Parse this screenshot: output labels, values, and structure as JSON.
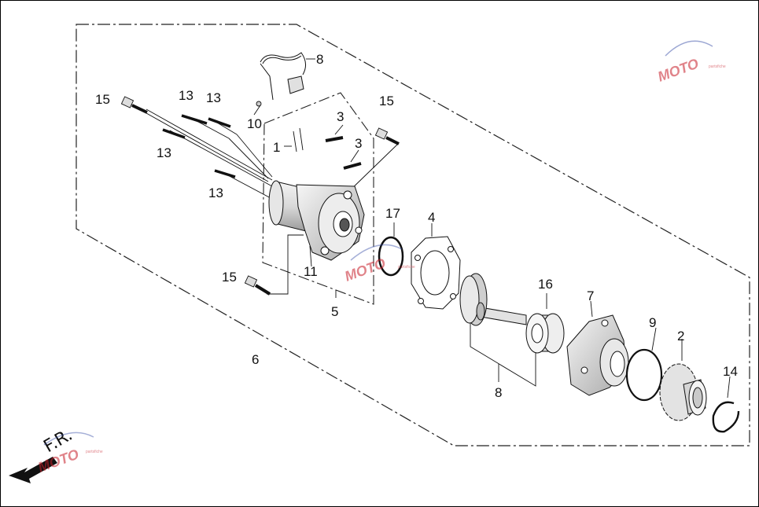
{
  "callouts": [
    {
      "id": "c1",
      "label": "1"
    },
    {
      "id": "c2",
      "label": "2"
    },
    {
      "id": "c3a",
      "label": "3"
    },
    {
      "id": "c3b",
      "label": "3"
    },
    {
      "id": "c4",
      "label": "4"
    },
    {
      "id": "c5",
      "label": "5"
    },
    {
      "id": "c6",
      "label": "6"
    },
    {
      "id": "c7",
      "label": "7"
    },
    {
      "id": "c8",
      "label": "8"
    },
    {
      "id": "c9",
      "label": "9"
    },
    {
      "id": "c10",
      "label": "10"
    },
    {
      "id": "c11",
      "label": "11"
    },
    {
      "id": "c12",
      "label": "12"
    },
    {
      "id": "c13a",
      "label": "13"
    },
    {
      "id": "c13b",
      "label": "13"
    },
    {
      "id": "c13c",
      "label": "13"
    },
    {
      "id": "c13d",
      "label": "13"
    },
    {
      "id": "c14",
      "label": "14"
    },
    {
      "id": "c15a",
      "label": "15"
    },
    {
      "id": "c15b",
      "label": "15"
    },
    {
      "id": "c15c",
      "label": "15"
    },
    {
      "id": "c16",
      "label": "16"
    },
    {
      "id": "c17",
      "label": "17"
    }
  ],
  "direction_label": "F.R.",
  "watermark": {
    "text": "MOTO",
    "sub": "partsfiche"
  },
  "colors": {
    "line": "#111111",
    "watermark": "#c81e2a",
    "watermark_blue": "#3a4fa8"
  }
}
